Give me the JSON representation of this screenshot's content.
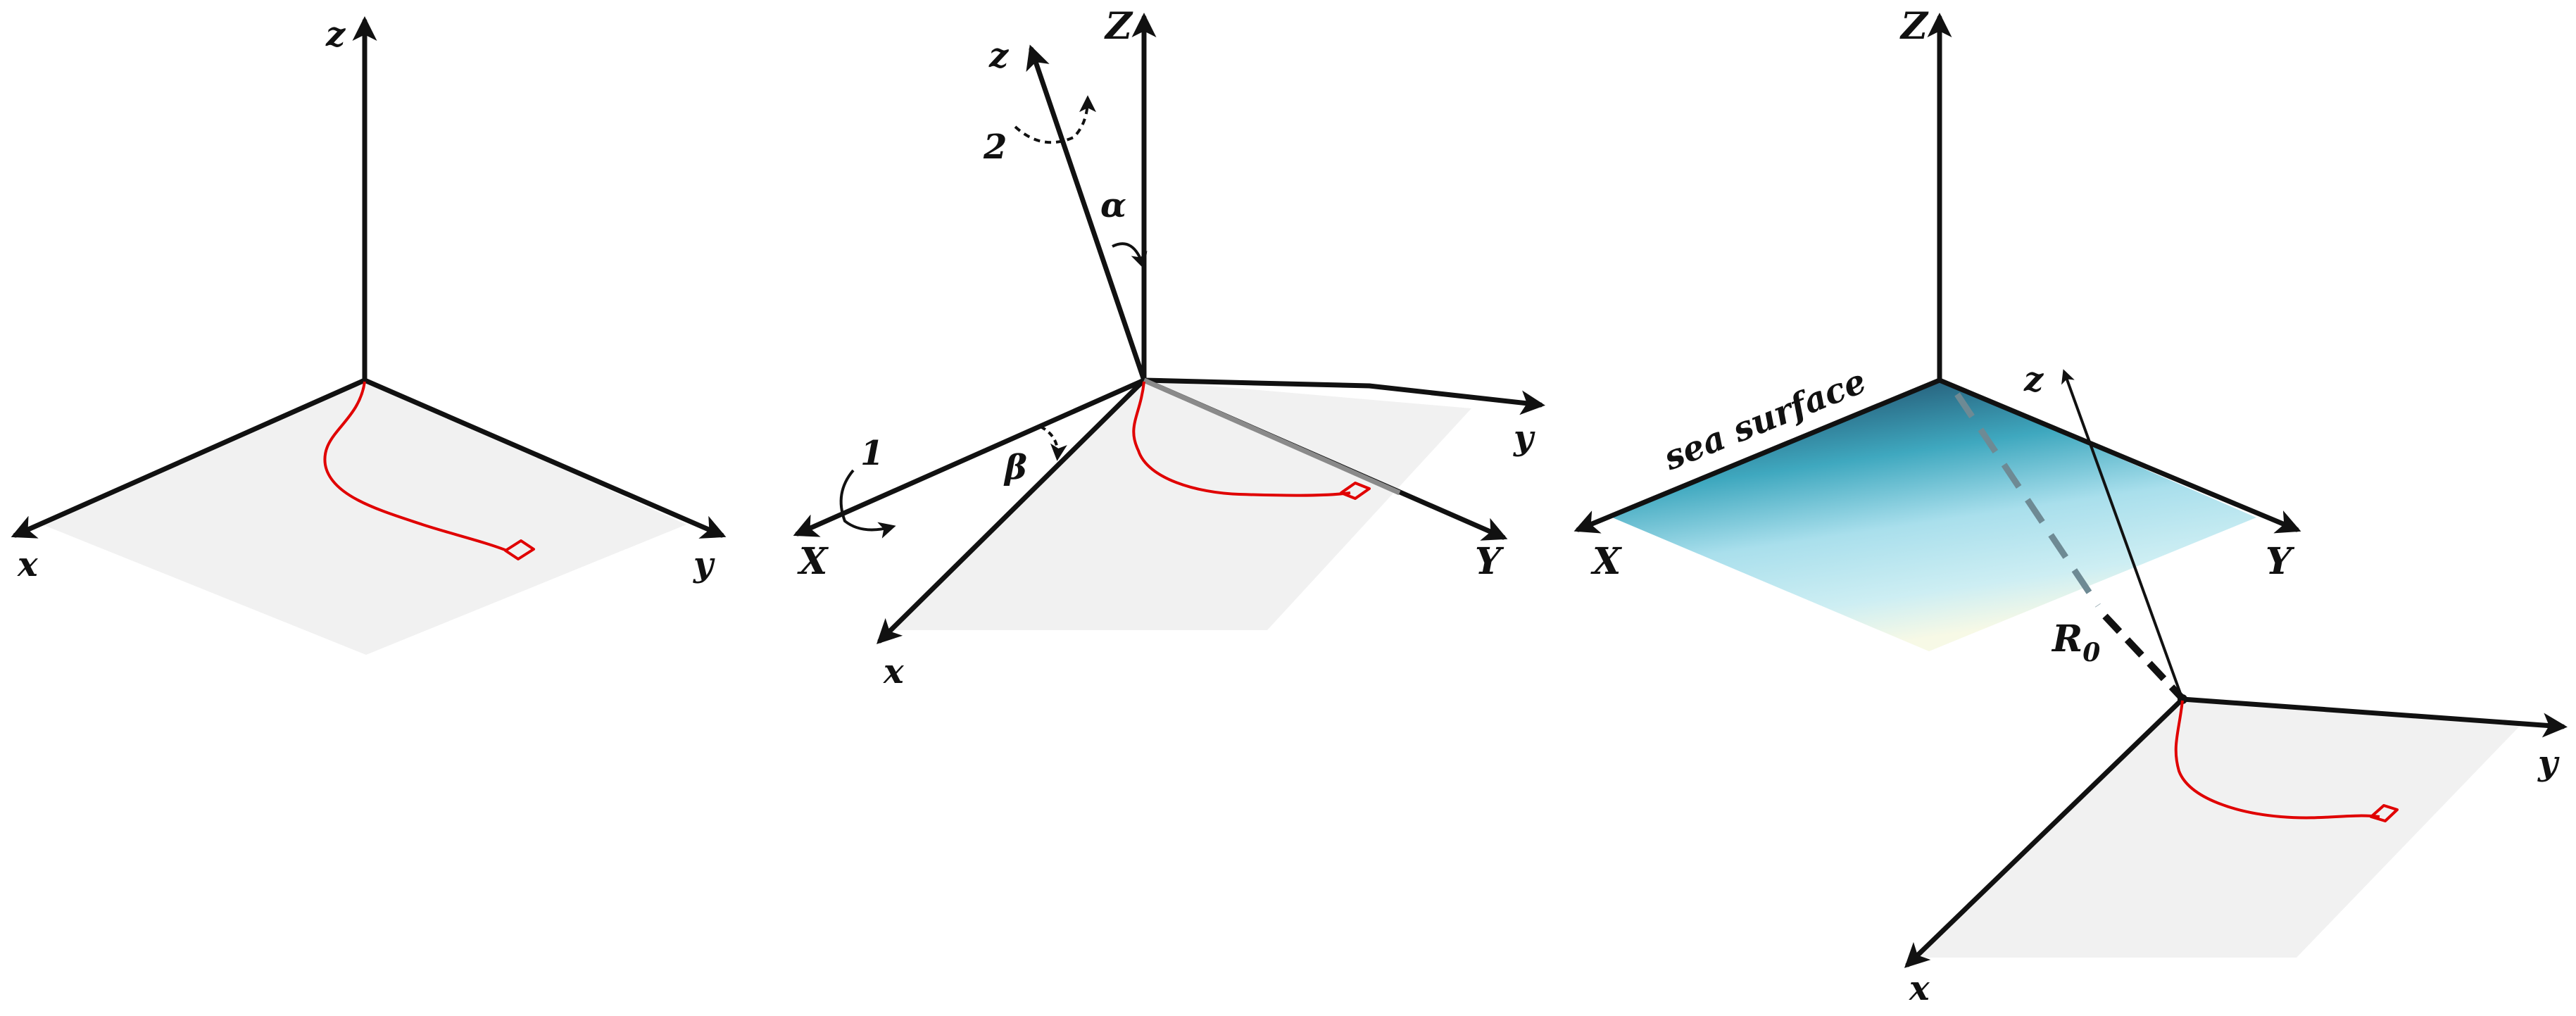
{
  "panel_left": {
    "axis_z": "z",
    "axis_x": "x",
    "axis_y": "y"
  },
  "panel_middle": {
    "axis_Z": "Z",
    "axis_X": "X",
    "axis_Y": "Y",
    "axis_z": "z",
    "axis_x": "x",
    "axis_y": "y",
    "angle_alpha": "α",
    "angle_beta": "β",
    "rotation_1": "1",
    "rotation_2": "2"
  },
  "panel_right": {
    "axis_Z": "Z",
    "axis_X": "X",
    "axis_Y": "Y",
    "axis_z": "z",
    "axis_x": "x",
    "axis_y": "y",
    "sea_surface": "sea surface",
    "distance_label": "R",
    "distance_subscript": "0"
  },
  "colors": {
    "axis": "#111111",
    "trace": "#e00000",
    "plane": "#f1f1f1",
    "sea_dark": "#3d2e55",
    "sea_mid": "#2a8fa8",
    "sea_light": "#bfe8f2",
    "sea_pale": "#f7f9e6"
  }
}
